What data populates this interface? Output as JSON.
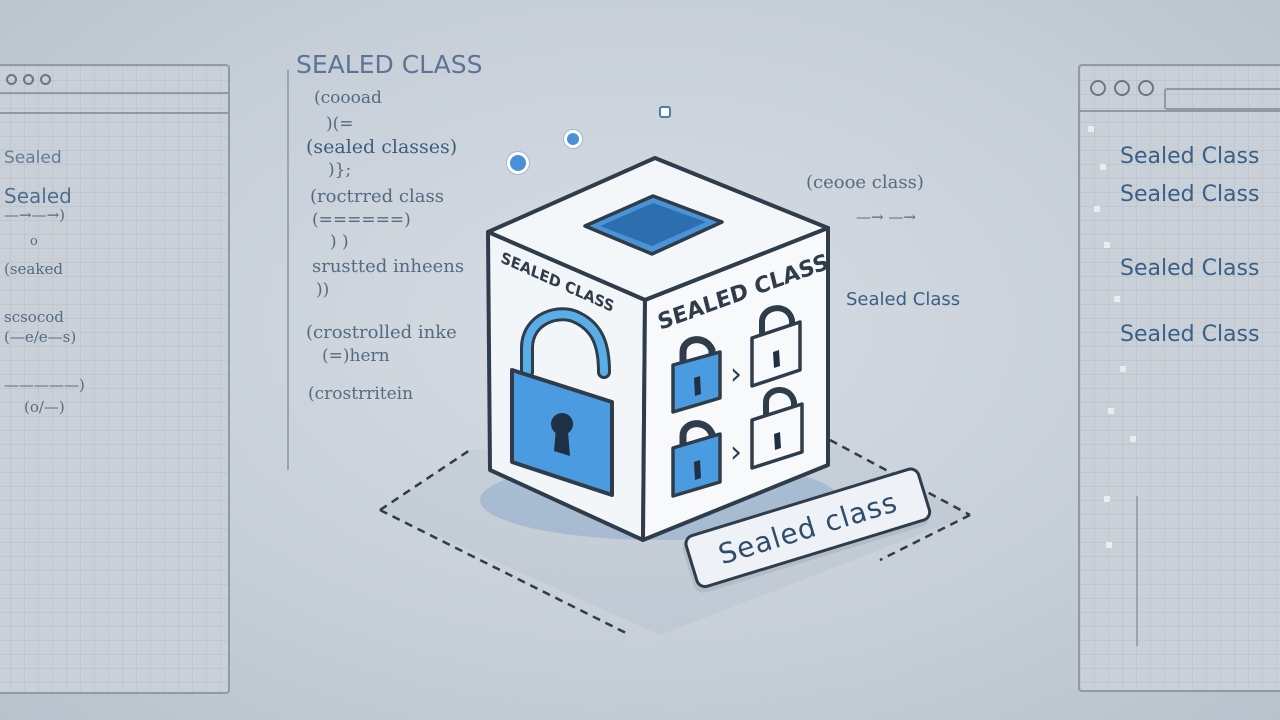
{
  "heading": "SEALED CLASS",
  "left_window": {
    "line1": "Sealed",
    "line2": "Sealed",
    "code_lines": [
      "—→—→)",
      "o",
      "(seaked",
      "scsocod",
      "(—e/e—s)",
      "—————)",
      "(o/—)"
    ]
  },
  "code_column": [
    "(coooad",
    ")(=",
    "(sealed classes)",
    ")};",
    "(roctrred class",
    "(======)",
    ")  )",
    "srustted inheens",
    "))",
    "(crostrolled inke",
    "(=)hern",
    "(crostrritein"
  ],
  "side_code": {
    "top": "(ceooe class)",
    "arrow": "—→ —→",
    "label": "Sealed Class"
  },
  "cube": {
    "left_face_label": "SEALED CLASS",
    "right_face_label": "SEALED CLASS",
    "arrow_glyph": "›"
  },
  "tag_label": "Sealed class",
  "right_window": {
    "items": [
      "Sealed Class",
      "Sealed Class",
      "Sealed Class",
      "Sealed Class"
    ]
  },
  "colors": {
    "accent_blue": "#4a9be0",
    "outline": "#2f3c4a",
    "cube_face": "#f3f6f9",
    "text_blue": "#2f5f8f"
  }
}
